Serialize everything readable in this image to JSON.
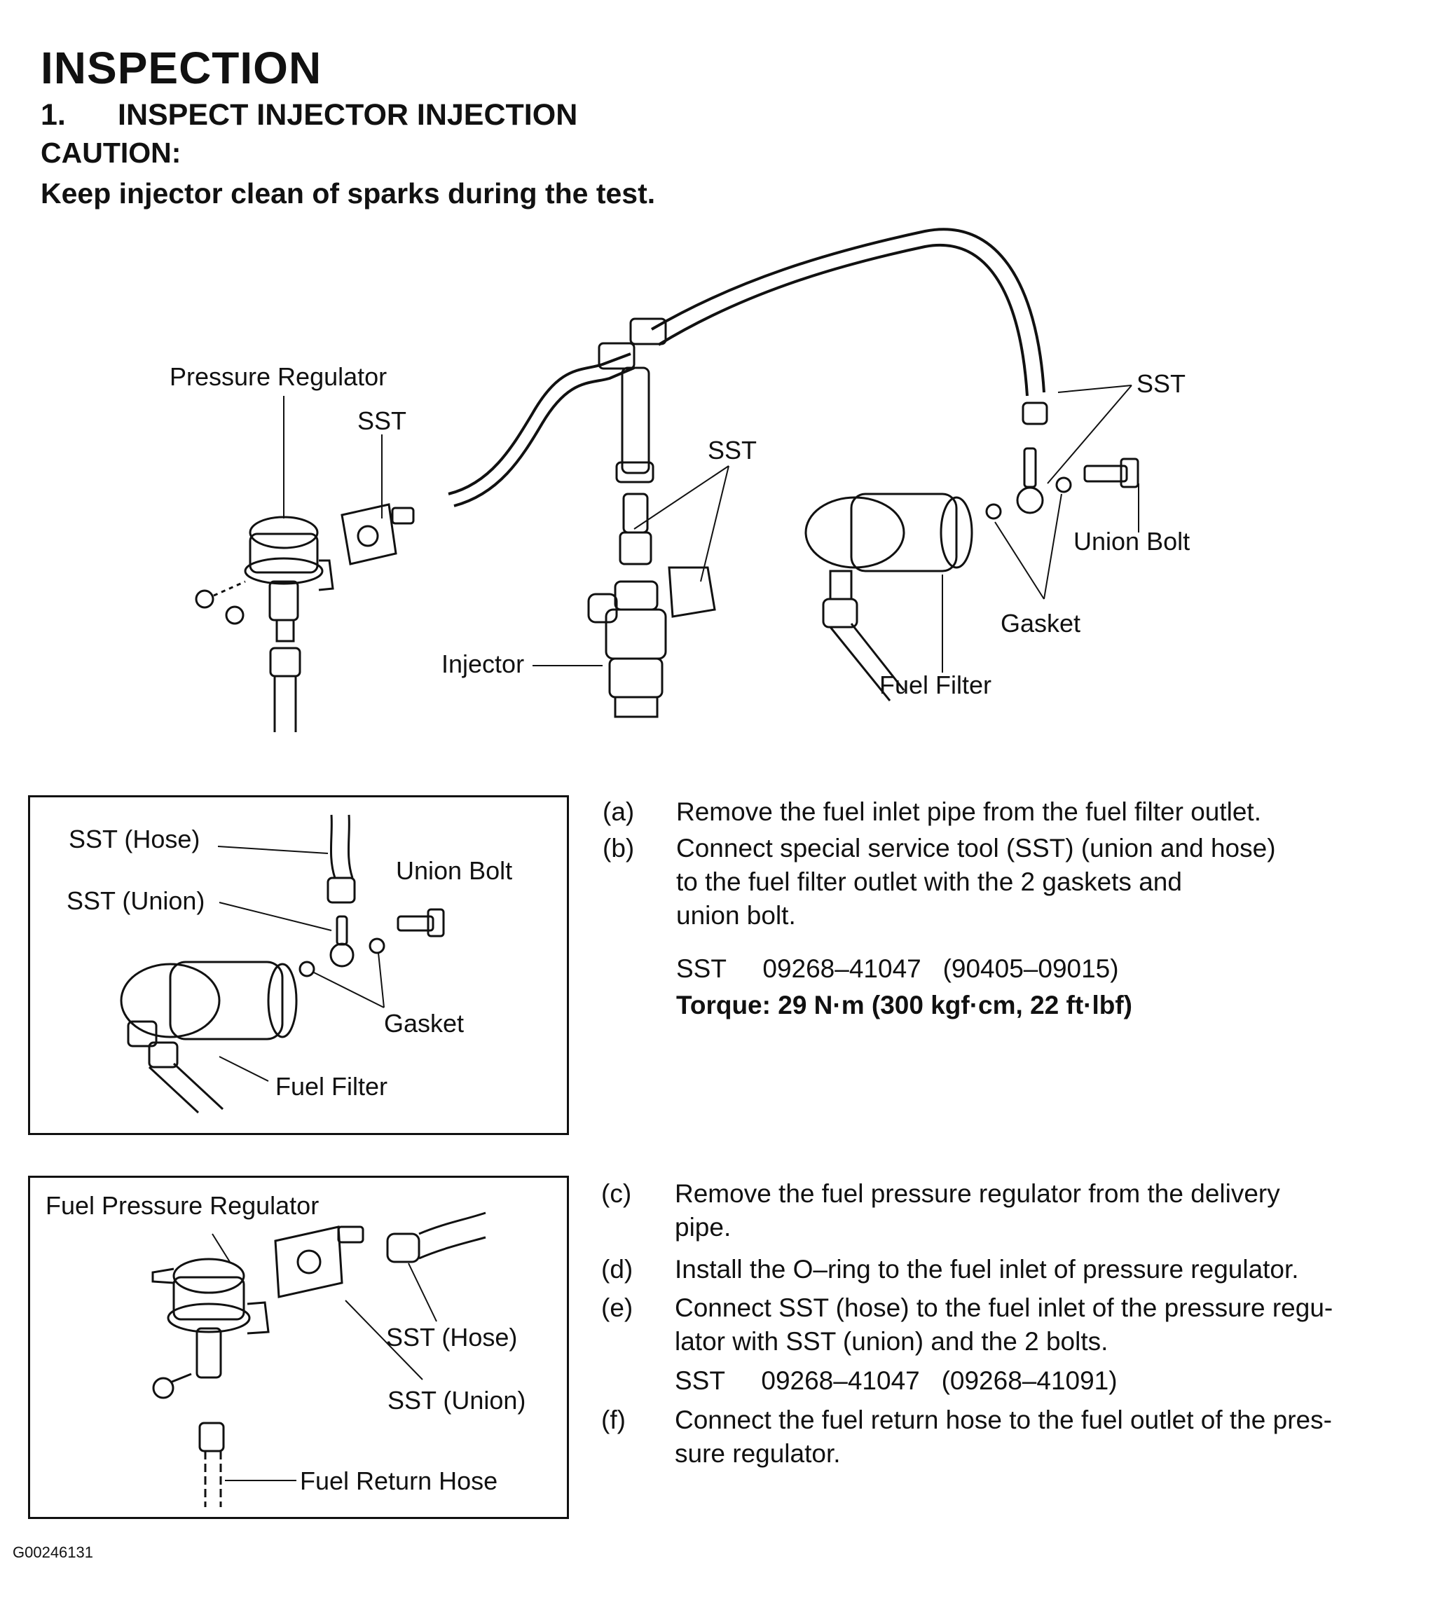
{
  "header": {
    "title": "INSPECTION",
    "step_num": "1.",
    "step_title": "INSPECT INJECTOR INJECTION",
    "caution_label": "CAUTION:",
    "caution_text": "Keep injector clean of sparks during the test."
  },
  "main_diagram": {
    "labels": {
      "pressure_regulator": "Pressure Regulator",
      "sst_left": "SST",
      "sst_middle": "SST",
      "sst_right": "SST",
      "union_bolt": "Union Bolt",
      "gasket": "Gasket",
      "injector": "Injector",
      "fuel_filter": "Fuel Filter"
    }
  },
  "diagram_b": {
    "labels": {
      "sst_hose": "SST (Hose)",
      "union_bolt": "Union Bolt",
      "sst_union": "SST (Union)",
      "gasket": "Gasket",
      "fuel_filter": "Fuel Filter"
    }
  },
  "diagram_c": {
    "labels": {
      "fuel_pressure_regulator": "Fuel Pressure Regulator",
      "sst_hose": "SST (Hose)",
      "sst_union": "SST (Union)",
      "fuel_return_hose": "Fuel Return Hose"
    }
  },
  "steps_ab": [
    {
      "key": "(a)",
      "text": "Remove the fuel inlet pipe from the fuel filter outlet."
    },
    {
      "key": "(b)",
      "text": "Connect special service tool (SST) (union and hose)\nto the fuel filter outlet with the 2 gaskets and\nunion bolt."
    }
  ],
  "sst_ab": {
    "label": "SST",
    "code": "09268–41047",
    "sub": "(90405–09015)"
  },
  "torque": "Torque: 29 N·m (300 kgf·cm, 22 ft·lbf)",
  "steps_cf": [
    {
      "key": "(c)",
      "text": "Remove the fuel pressure regulator from the delivery\npipe."
    },
    {
      "key": "(d)",
      "text": "Install the O–ring to the fuel inlet of pressure regulator."
    },
    {
      "key": "(e)",
      "text": "Connect SST (hose) to the fuel inlet of the pressure regu-\nlator with SST (union) and the 2 bolts."
    },
    {
      "key": "(f)",
      "text": "Connect the fuel return hose to the fuel outlet of the pres-\nsure regulator."
    }
  ],
  "sst_e": {
    "label": "SST",
    "code": "09268–41047",
    "sub": "(09268–41091)"
  },
  "figure_id": "G00246131"
}
